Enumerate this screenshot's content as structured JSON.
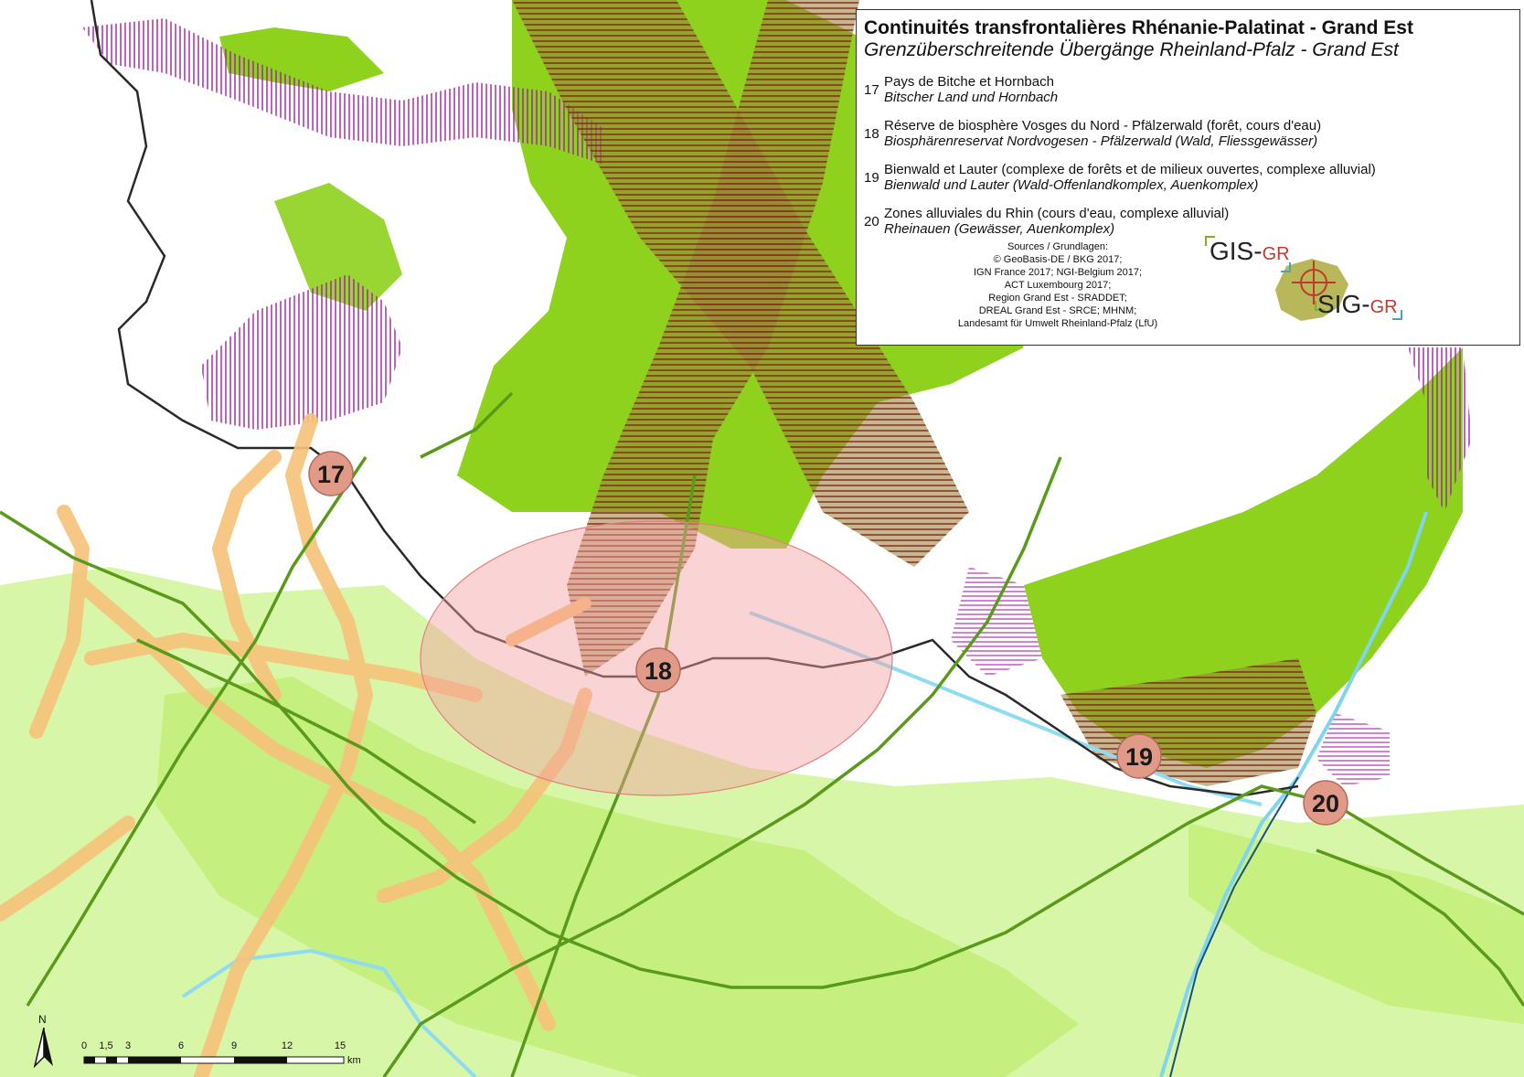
{
  "legend": {
    "title_fr": "Continuités transfrontalières Rhénanie-Palatinat - Grand Est",
    "title_de": "Grenzüberschreitende Übergänge Rheinland-Pfalz - Grand Est",
    "entries": [
      {
        "num": "17",
        "fr": "Pays de Bitche et Hornbach",
        "de": "Bitscher Land und Hornbach"
      },
      {
        "num": "18",
        "fr": "Réserve de biosphère Vosges du Nord - Pfälzerwald (forêt, cours d'eau)",
        "de": "Biosphärenreservat Nordvogesen - Pfälzerwald (Wald, Fliessgewässer)"
      },
      {
        "num": "19",
        "fr": "Bienwald et Lauter (complexe de forêts et de milieux ouvertes, complexe alluvial)",
        "de": "Bienwald und Lauter (Wald-Offenlandkomplex, Auenkomplex)"
      },
      {
        "num": "20",
        "fr": "Zones alluviales du Rhin (cours d'eau, complexe alluvial)",
        "de": "Rheinauen (Gewässer, Auenkomplex)"
      }
    ],
    "sources": [
      "Sources / Grundlagen:",
      "© GeoBasis-DE / BKG 2017;",
      "IGN France 2017; NGI-Belgium 2017;",
      "ACT Luxembourg 2017;",
      "Region Grand Est - SRADDET;",
      "DREAL Grand Est - SRCE; MHNM;",
      "Landesamt für Umwelt Rheinland-Pfalz (LfU)"
    ],
    "logo": {
      "top_prefix": "GIS-",
      "top_suffix": "GR",
      "bottom_prefix": "SIG-",
      "bottom_suffix": "GR"
    }
  },
  "markers": [
    {
      "label": "17"
    },
    {
      "label": "18"
    },
    {
      "label": "19"
    },
    {
      "label": "20"
    }
  ],
  "scalebar": {
    "ticks": [
      "0",
      "1,5",
      "3",
      "6",
      "9",
      "12",
      "15"
    ],
    "unit": "km",
    "north": "N"
  },
  "colors": {
    "forest": "#8ed21e",
    "forest_light": "#d2f5a0",
    "corridor_brown": "#9b7a3a",
    "corridor_purple": "#a020a0",
    "circle_fill": "#f4a0a0",
    "marker_fill": "#e29a88",
    "green_line": "#5a9a1a",
    "orange_line": "#f7c27a",
    "river": "#7fd4ee",
    "border": "#222222"
  }
}
